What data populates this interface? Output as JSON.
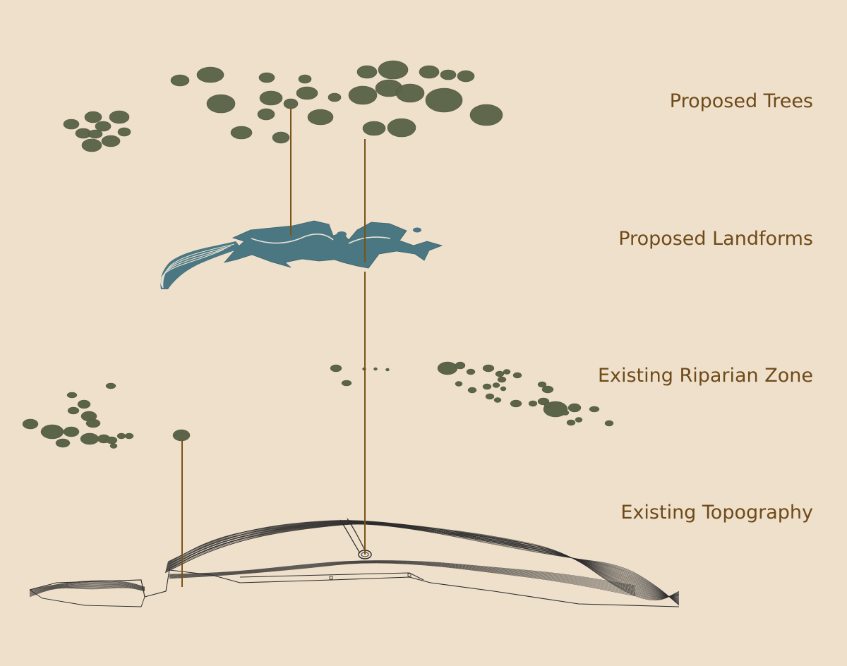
{
  "layers": [
    {
      "label": "Proposed Trees"
    },
    {
      "label": "Proposed Landforms"
    },
    {
      "label": "Existing Riparian Zone"
    },
    {
      "label": "Existing Topography"
    }
  ],
  "colors": {
    "background": "#efe0cc",
    "tree_fill": "#5b6448",
    "landform_fill": "#4a7782",
    "leader_line": "#7a5318",
    "label_text": "#6e4a18",
    "contour_line": "#2b2b2b"
  }
}
